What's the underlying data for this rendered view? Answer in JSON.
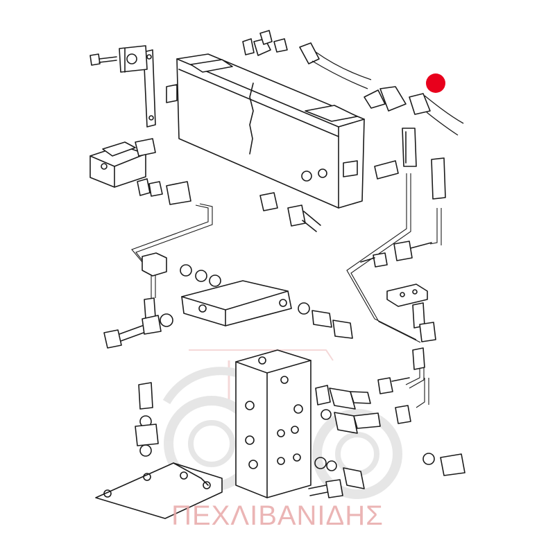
{
  "watermark": {
    "text": "ΠΕΧΛΙΒΑΝΙΔΗΣ",
    "color": "#e8a9a9",
    "logo_icon": "tractor-gears-logo"
  },
  "marker": {
    "color": "#e8001c",
    "icon": "red-dot-marker"
  },
  "diagram": {
    "style": "exploded-parts line drawing",
    "parts": [
      "valve-housing-box",
      "mounting-bracket-strap",
      "banjo-bolt-top-left",
      "clip-block-top",
      "elbow-fitting-top",
      "hose-top",
      "hose-right-with-elbow",
      "solenoid-actuator",
      "adapter-fitting-left",
      "distributor-block-middle",
      "control-valve-block",
      "elbow-fittings-right",
      "base-plate",
      "bolts-and-washers",
      "clamp-block-right",
      "pipe-lines"
    ]
  }
}
